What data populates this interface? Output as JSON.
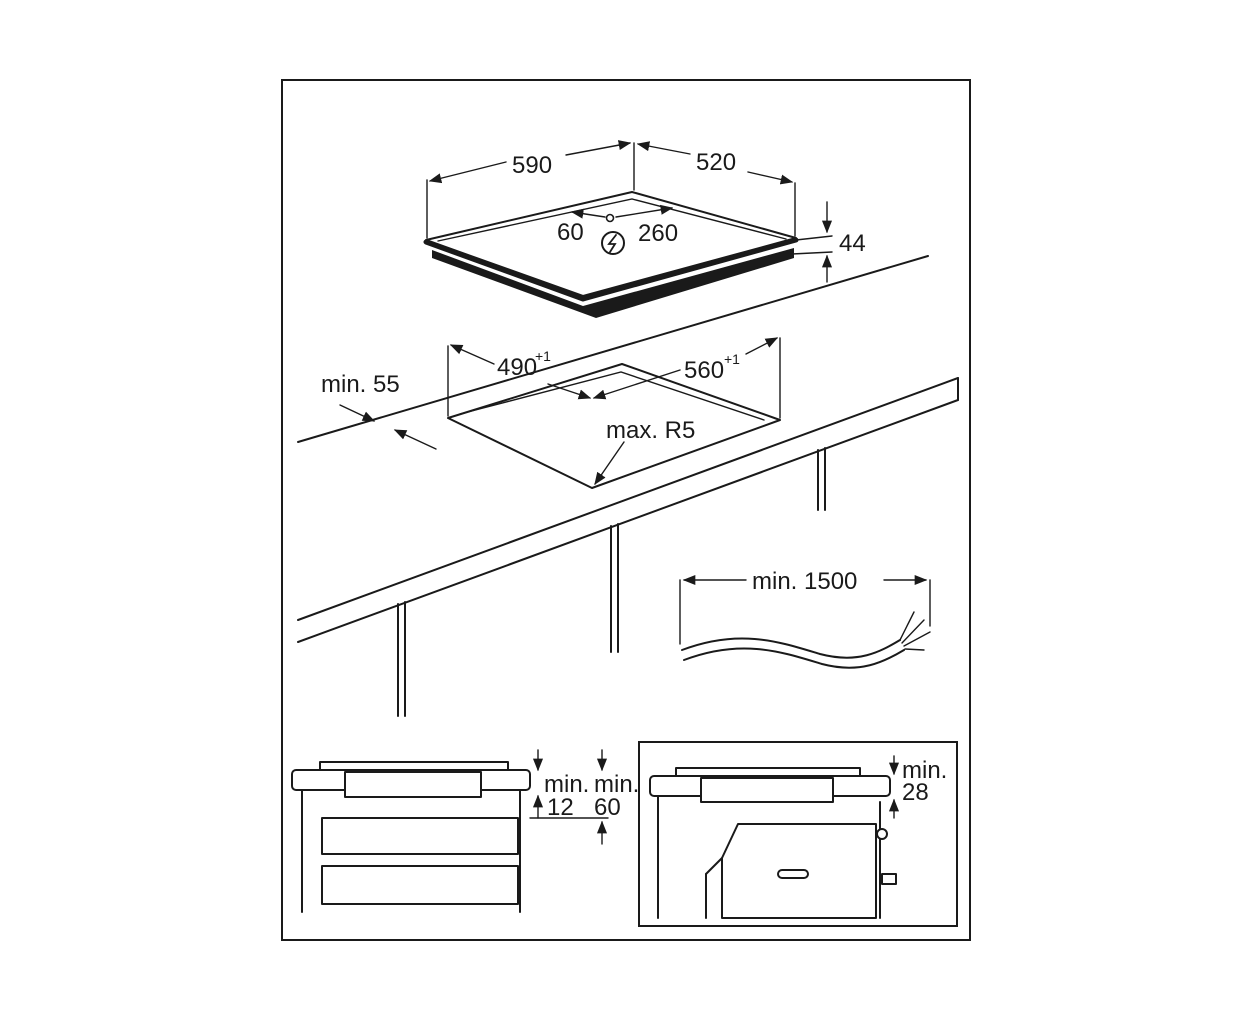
{
  "dimensions": {
    "hob_width": "590",
    "hob_depth": "520",
    "connection_left": "60",
    "connection_right": "260",
    "hob_height": "44",
    "cutout_depth": "490",
    "cutout_depth_tol": "+1",
    "cutout_width": "560",
    "cutout_width_tol": "+1",
    "min_front": "min. 55",
    "corner_radius": "max. R5",
    "cable_length": "min. 1500",
    "left_detail_min_a": "min.",
    "left_detail_val_a": "12",
    "left_detail_min_b": "min.",
    "left_detail_val_b": "60",
    "right_detail_min": "min.",
    "right_detail_val": "28"
  },
  "colors": {
    "line": "#1a1a1a",
    "background": "#ffffff"
  }
}
